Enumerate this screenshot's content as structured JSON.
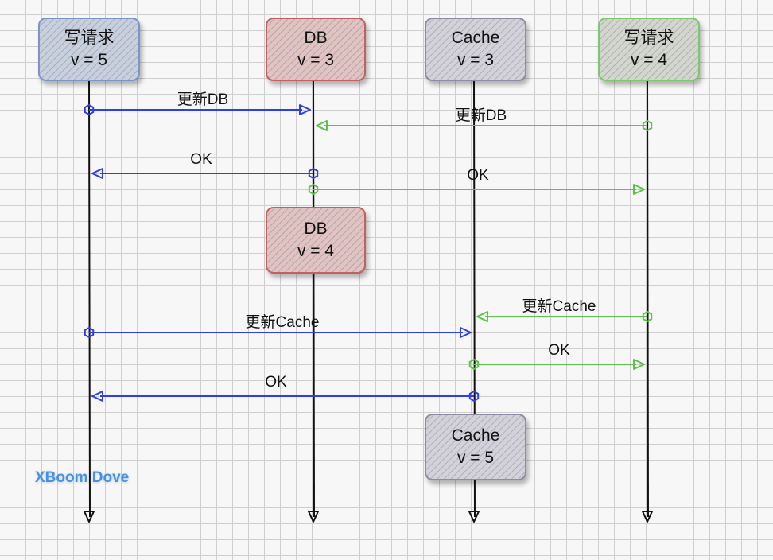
{
  "actors": [
    {
      "id": "writer5",
      "title": "写请求",
      "value": "v = 5",
      "color": "blue"
    },
    {
      "id": "db",
      "title": "DB",
      "value": "v = 3",
      "color": "red"
    },
    {
      "id": "cache",
      "title": "Cache",
      "value": "v = 3",
      "color": "gray"
    },
    {
      "id": "writer4",
      "title": "写请求",
      "value": "v = 4",
      "color": "green"
    }
  ],
  "state_boxes": [
    {
      "id": "db_v4",
      "title": "DB",
      "value": "v = 4",
      "color": "red"
    },
    {
      "id": "cache_v5",
      "title": "Cache",
      "value": "v = 5",
      "color": "gray"
    }
  ],
  "messages": [
    {
      "from": "writer5",
      "to": "db",
      "label": "更新DB",
      "color": "#2f3fe6"
    },
    {
      "from": "writer4",
      "to": "db",
      "label": "更新DB",
      "color": "#5ec24a"
    },
    {
      "from": "db",
      "to": "writer5",
      "label": "OK",
      "color": "#2f3fe6"
    },
    {
      "from": "db",
      "to": "writer4",
      "label": "OK",
      "color": "#5ec24a"
    },
    {
      "from": "writer4",
      "to": "cache",
      "label": "更新Cache",
      "color": "#5ec24a"
    },
    {
      "from": "writer5",
      "to": "cache",
      "label": "更新Cache",
      "color": "#2f3fe6"
    },
    {
      "from": "cache",
      "to": "writer4",
      "label": "OK",
      "color": "#5ec24a"
    },
    {
      "from": "cache",
      "to": "writer5",
      "label": "OK",
      "color": "#2f3fe6"
    }
  ],
  "watermark": "XBoom Dove"
}
